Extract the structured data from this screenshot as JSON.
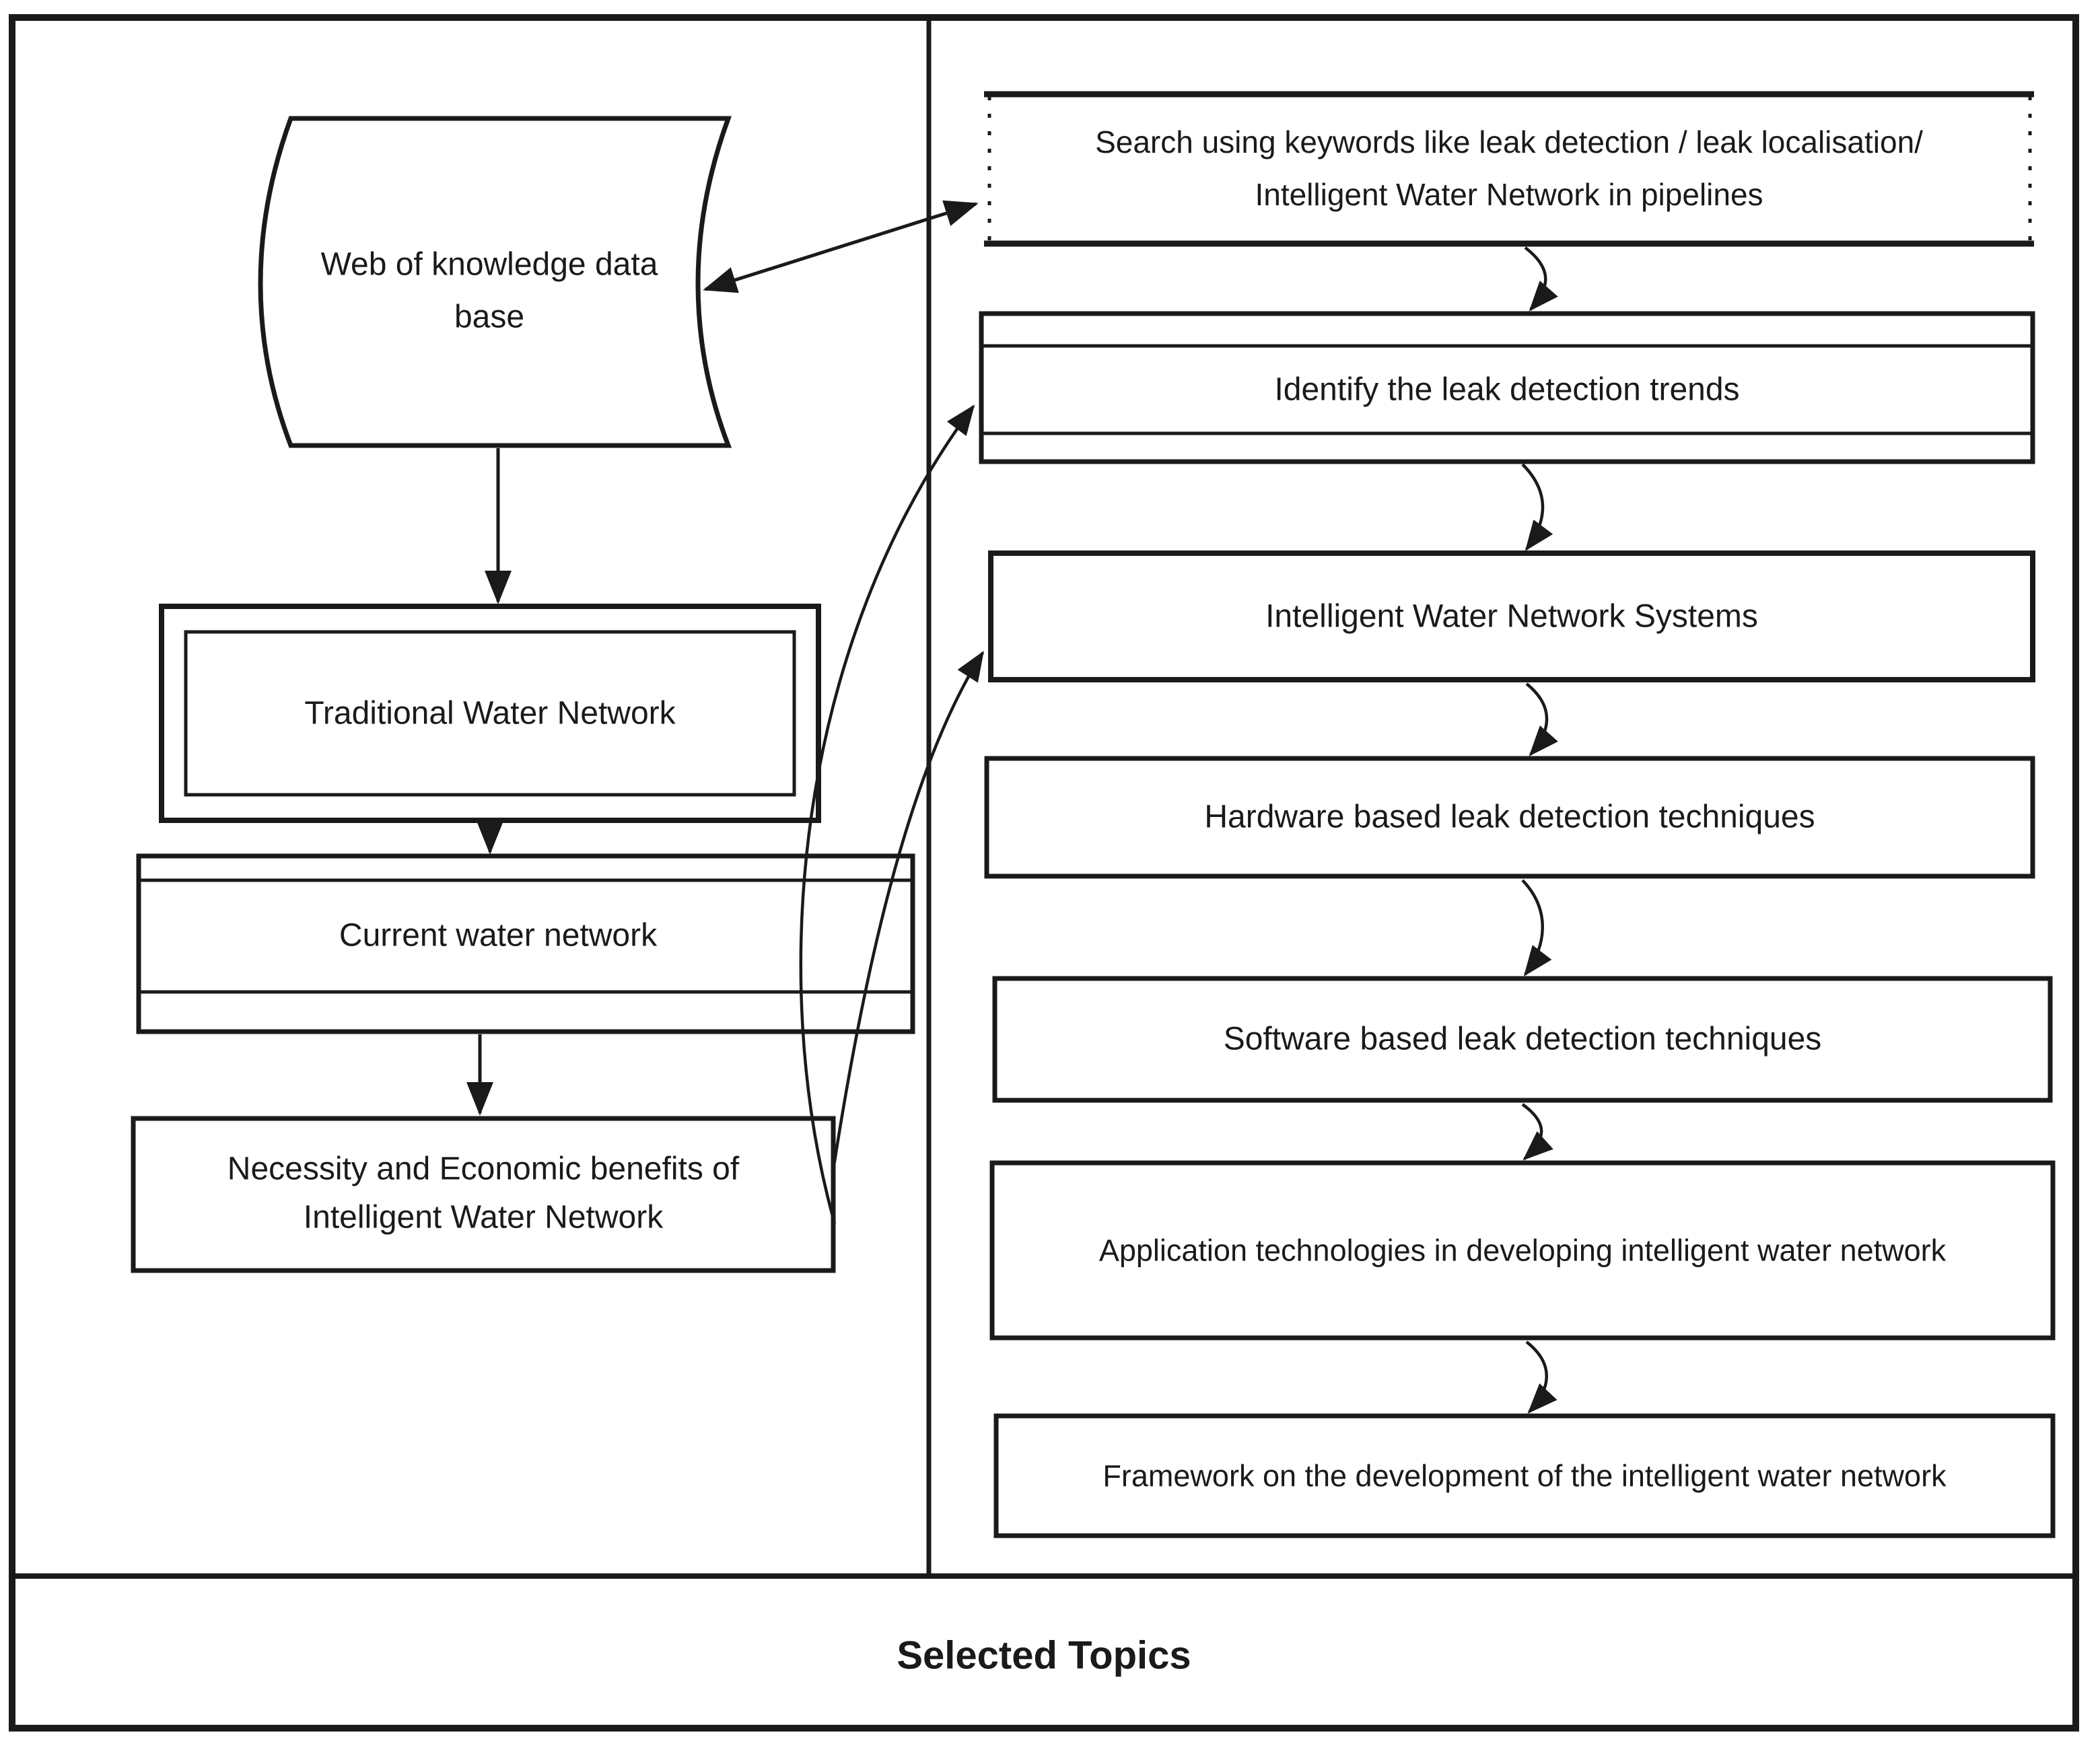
{
  "colors": {
    "ink": "#1a1a1a",
    "paper": "#ffffff"
  },
  "footer": {
    "title": "Selected Topics"
  },
  "left_panel": {
    "database": {
      "line1": "Web of knowledge data",
      "line2": "base"
    },
    "traditional_label": "Traditional Water Network",
    "current_label": "Current water network",
    "necessity": {
      "line1": "Necessity and Economic benefits of",
      "line2": "Intelligent Water Network"
    }
  },
  "right_panel": {
    "search": {
      "line1": "Search using keywords like leak detection / leak localisation/",
      "line2": "Intelligent Water Network in pipelines"
    },
    "steps": {
      "identify": "Identify the leak detection trends",
      "systems": "Intelligent Water Network Systems",
      "hardware": "Hardware based leak detection techniques",
      "software": "Software based leak detection techniques",
      "application": "Application technologies in developing intelligent water network",
      "framework": "Framework on the development of the intelligent water network"
    }
  }
}
